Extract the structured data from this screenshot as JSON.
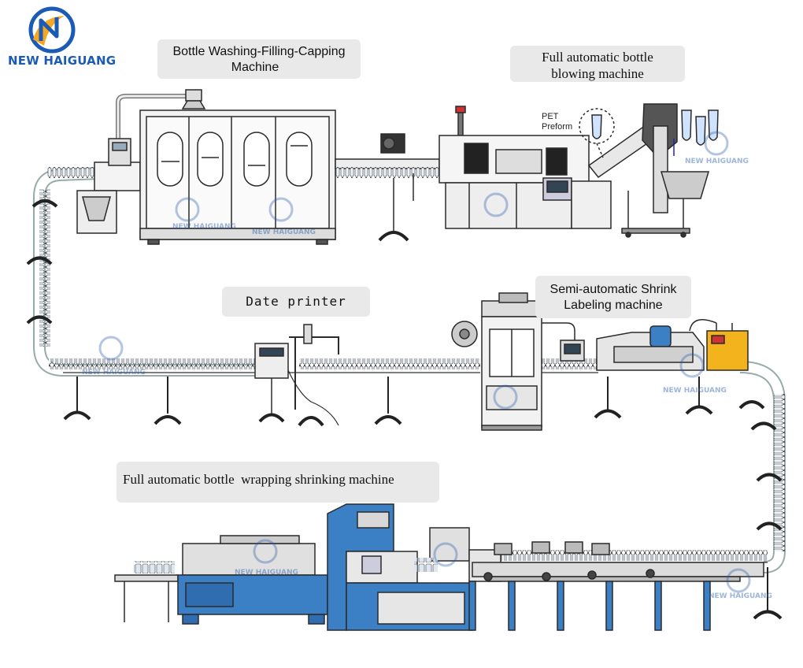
{
  "brand": {
    "name": "NEW HAIGUANG",
    "color": "#1c5bb5",
    "accent": "#f5a623"
  },
  "machines": {
    "washing_filling_capping": {
      "label_line1": "Bottle Washing-Filling-Capping",
      "label_line2": "Machine"
    },
    "bottle_blowing": {
      "label_line1": "Full automatic bottle",
      "label_line2": "blowing machine"
    },
    "date_printer": {
      "label": "Date printer"
    },
    "shrink_labeling": {
      "label_line1": "Semi-automatic Shrink",
      "label_line2": "Labeling machine"
    },
    "wrapping_shrinking": {
      "label": "Full automatic bottle  wrapping shrinking machine"
    }
  },
  "preform": {
    "label_line1": "PET",
    "label_line2": "Preform"
  },
  "watermark": {
    "text": "NEW HAIGUANG"
  },
  "colors": {
    "machine_blue": "#3b7fc4",
    "steel": "#d9d9d9",
    "outline": "#2a2a2a",
    "printer_yellow": "#f2b31c",
    "label_bg": "#e9e9e9"
  }
}
